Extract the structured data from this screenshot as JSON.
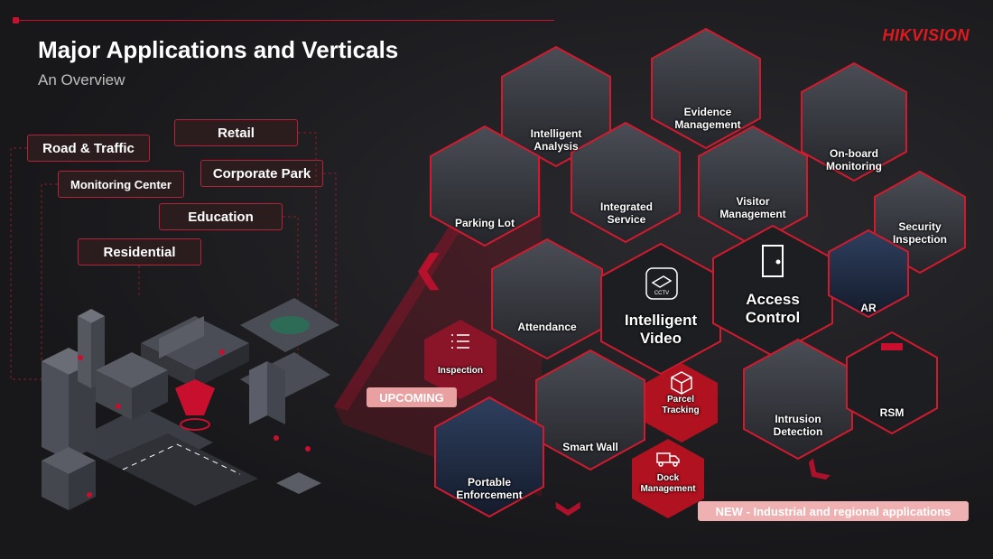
{
  "header": {
    "title": "Major Applications and Verticals",
    "subtitle": "An Overview",
    "logo": "HIKVISION"
  },
  "verticals": [
    "Road & Traffic",
    "Retail",
    "Monitoring Center",
    "Corporate Park",
    "Education",
    "Residential"
  ],
  "core": {
    "intelligent_video": "Intelligent Video",
    "cctv_icon_text": "CCTV",
    "access_control": "Access Control"
  },
  "applications": [
    "Intelligent Analysis",
    "Evidence Management",
    "On-board Monitoring",
    "Parking Lot",
    "Integrated Service",
    "Visitor Management",
    "Security Inspection",
    "Attendance",
    "AR",
    "Smart Wall",
    "Intrusion Detection",
    "RSM",
    "Portable Enforcement"
  ],
  "new_applications": [
    "Inspection",
    "Parcel Tracking",
    "Dock Management"
  ],
  "badges": {
    "upcoming": "UPCOMING",
    "new": "NEW - Industrial and regional applications"
  },
  "colors": {
    "accent": "#c8102e",
    "background": "#1c1c1f",
    "tag_fill": "#2b1c1e"
  }
}
